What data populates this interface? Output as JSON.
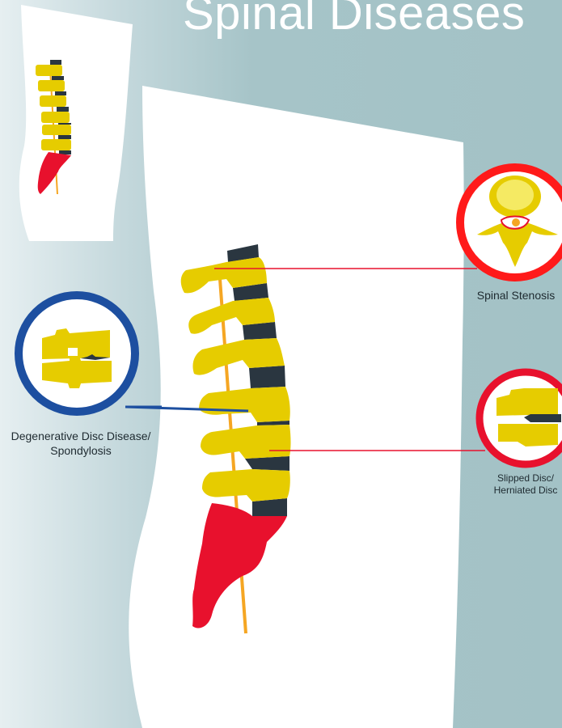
{
  "title": "Spinal Diseases",
  "colors": {
    "background": "#a6c4c8",
    "body_silhouette": "#ffffff",
    "vertebra": "#e6cc00",
    "disc": "#2a3640",
    "sacrum": "#e8112d",
    "spinal_cord": "#f5a623",
    "callout_red": "#e8112d",
    "callout_blue": "#1d4fa0"
  },
  "callouts": [
    {
      "id": "spinal-stenosis",
      "label": "Spinal Stenosis",
      "ring_color": "red",
      "icon": "vertebra-axial-stenosis-icon"
    },
    {
      "id": "degenerative-disc",
      "label_line1": "Degenerative Disc Disease/",
      "label_line2": "Spondylosis",
      "ring_color": "blue",
      "icon": "degenerated-disc-icon"
    },
    {
      "id": "slipped-disc",
      "label_line1": "Slipped Disc/",
      "label_line2": "Herniated Disc",
      "ring_color": "red",
      "icon": "herniated-disc-icon"
    }
  ]
}
